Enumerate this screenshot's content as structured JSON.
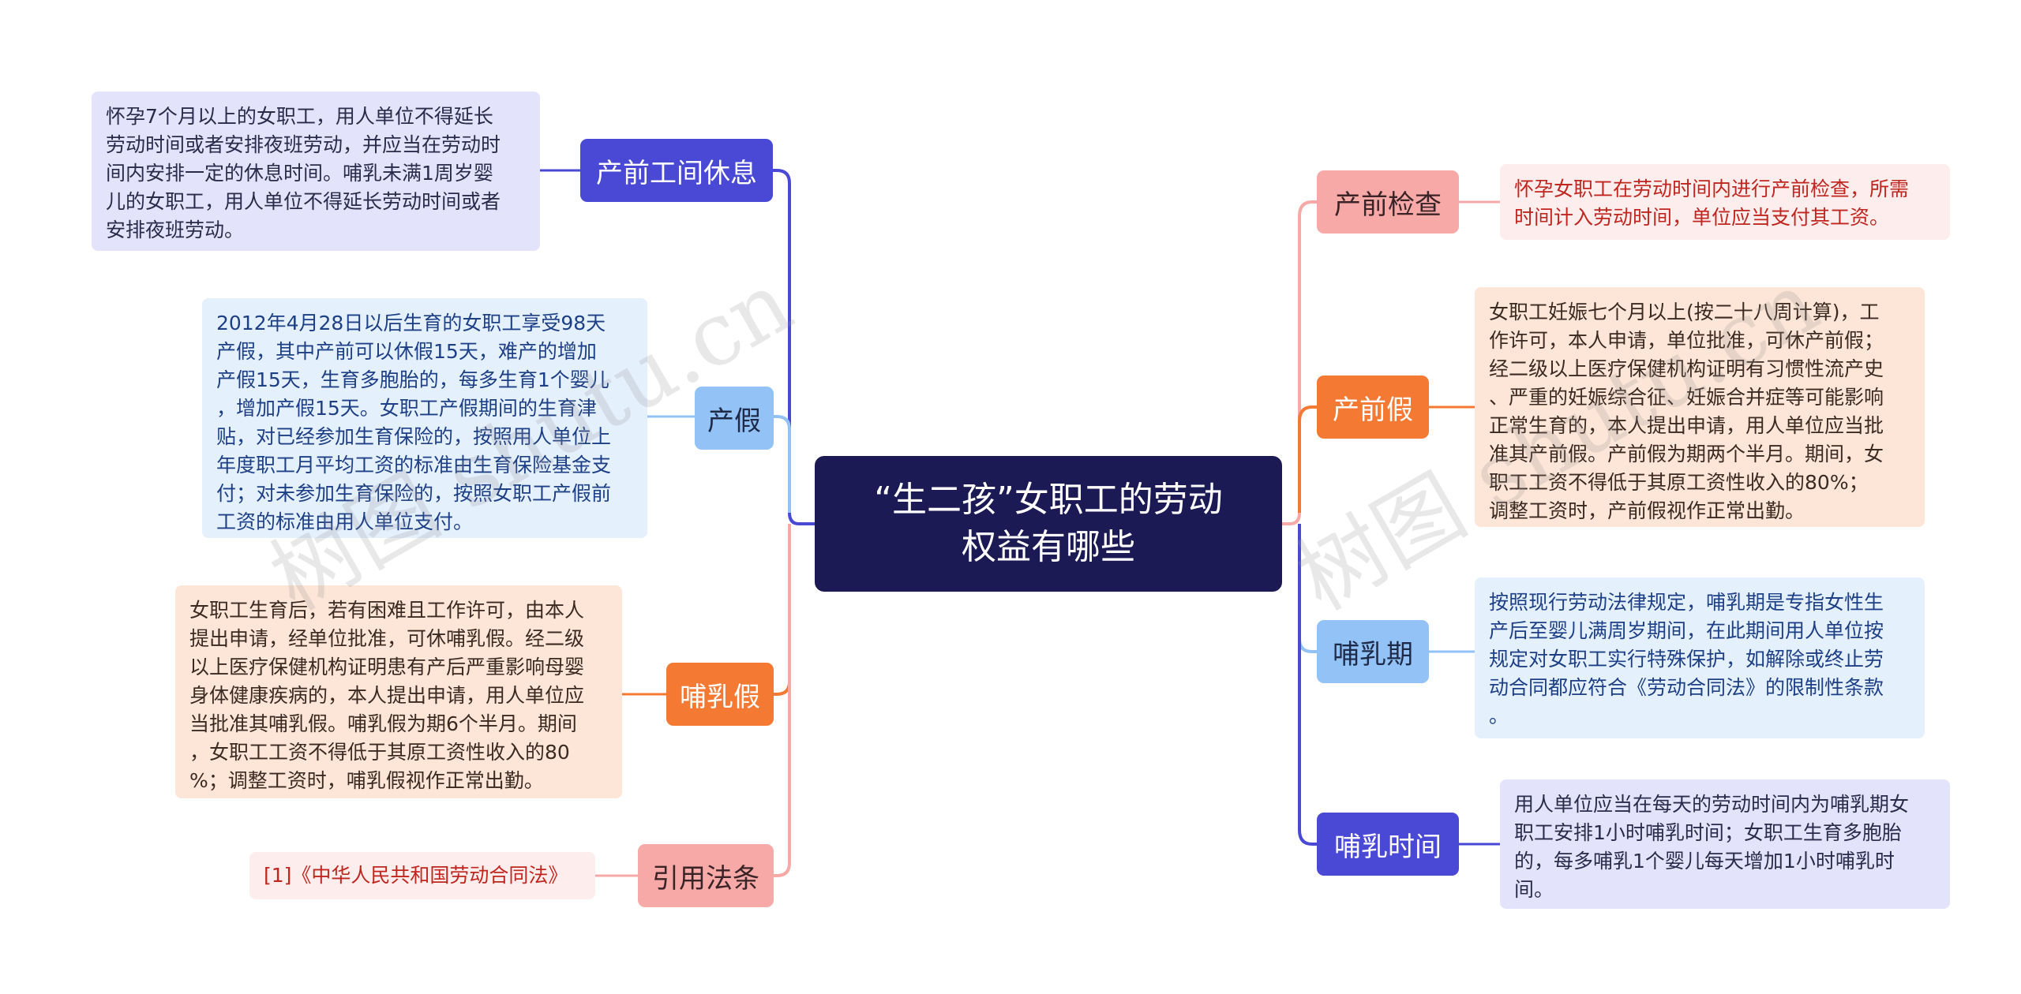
{
  "center": {
    "line1": "“生二孩”女职工的劳动",
    "line2": "权益有哪些"
  },
  "left": {
    "prenatal_break": {
      "label": "产前工间休息",
      "detail": "怀孕7个月以上的女职工，用人单位不得延长\n劳动时间或者安排夜班劳动，并应当在劳动时\n间内安排一定的休息时间。哺乳未满1周岁婴\n儿的女职工，用人单位不得延长劳动时间或者\n安排夜班劳动。"
    },
    "maternity_leave": {
      "label": "产假",
      "detail": "2012年4月28日以后生育的女职工享受98天\n产假，其中产前可以休假15天，难产的增加\n产假15天，生育多胞胎的，每多生育1个婴儿\n，增加产假15天。女职工产假期间的生育津\n贴，对已经参加生育保险的，按照用人单位上\n年度职工月平均工资的标准由生育保险基金支\n付；对未参加生育保险的，按照女职工产假前\n工资的标准由用人单位支付。"
    },
    "nursing_leave": {
      "label": "哺乳假",
      "detail": "女职工生育后，若有困难且工作许可，由本人\n提出申请，经单位批准，可休哺乳假。经二级\n以上医疗保健机构证明患有产后严重影响母婴\n身体健康疾病的，本人提出申请，用人单位应\n当批准其哺乳假。哺乳假为期6个半月。期间\n，女职工工资不得低于其原工资性收入的80\n%；调整工资时，哺乳假视作正常出勤。"
    },
    "law_cited": {
      "label": "引用法条",
      "detail": "[1]《中华人民共和国劳动合同法》"
    }
  },
  "right": {
    "prenatal_exam": {
      "label": "产前检查",
      "detail": "怀孕女职工在劳动时间内进行产前检查，所需\n时间计入劳动时间，单位应当支付其工资。"
    },
    "prenatal_leave": {
      "label": "产前假",
      "detail": "女职工妊娠七个月以上(按二十八周计算)，工\n作许可，本人申请，单位批准，可休产前假；\n经二级以上医疗保健机构证明有习惯性流产史\n、严重的妊娠综合征、妊娠合并症等可能影响\n正常生育的，本人提出申请，用人单位应当批\n准其产前假。产前假为期两个半月。期间，女\n职工工资不得低于其原工资性收入的80%；\n调整工资时，产前假视作正常出勤。"
    },
    "nursing_period": {
      "label": "哺乳期",
      "detail": "按照现行劳动法律规定，哺乳期是专指女性生\n产后至婴儿满周岁期间，在此期间用人单位按\n规定对女职工实行特殊保护，如解除或终止劳\n动合同都应符合《劳动合同法》的限制性条款\n。"
    },
    "nursing_time": {
      "label": "哺乳时间",
      "detail": "用人单位应当在每天的劳动时间内为哺乳期女\n职工安排1小时哺乳时间；女职工生育多胞胎\n的，每多哺乳1个婴儿每天增加1小时哺乳时\n间。"
    }
  },
  "watermark": "树图 shutu.cn",
  "colors": {
    "center_bg": "#1c1a54",
    "indigo": "#4949d6",
    "blue": "#93c2f6",
    "orange": "#f47a34",
    "pink": "#f6a9a7"
  }
}
